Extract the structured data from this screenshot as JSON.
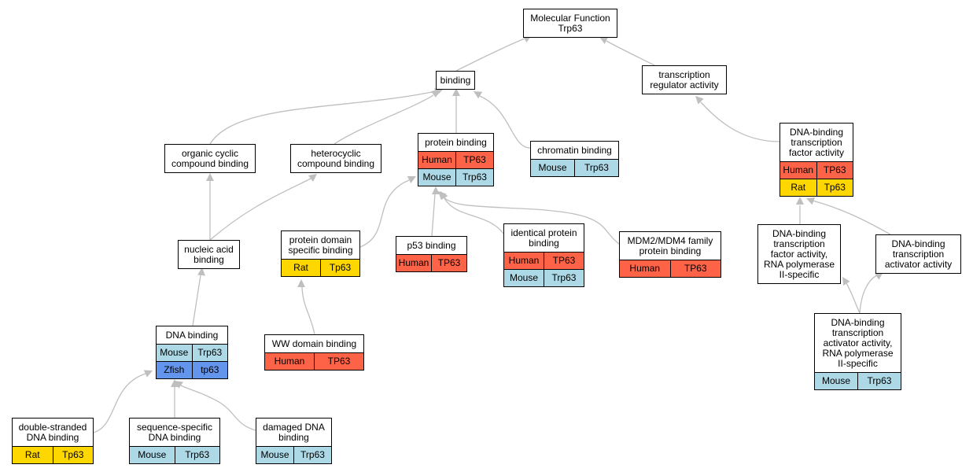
{
  "colors": {
    "Human": "#ff6347",
    "Mouse": "#add8e6",
    "Rat": "#ffd700",
    "Zfish": "#6495ed",
    "edge": "#bfbfbf"
  },
  "nodes": {
    "mf": {
      "label": "Molecular Function\nTrp63",
      "rows": []
    },
    "binding": {
      "label": "binding",
      "rows": []
    },
    "tra": {
      "label": "transcription\nregulator activity",
      "rows": []
    },
    "ocb": {
      "label": "organic cyclic\ncompound binding",
      "rows": []
    },
    "hcb": {
      "label": "heterocyclic\ncompound binding",
      "rows": []
    },
    "pb": {
      "label": "protein binding",
      "rows": [
        {
          "species": "Human",
          "gene": "TP63"
        },
        {
          "species": "Mouse",
          "gene": "Trp63"
        }
      ]
    },
    "chb": {
      "label": "chromatin binding",
      "rows": [
        {
          "species": "Mouse",
          "gene": "Trp63"
        }
      ]
    },
    "dbtf": {
      "label": "DNA-binding\ntranscription\nfactor activity",
      "rows": [
        {
          "species": "Human",
          "gene": "TP63"
        },
        {
          "species": "Rat",
          "gene": "Tp63"
        }
      ]
    },
    "nab": {
      "label": "nucleic acid\nbinding",
      "rows": []
    },
    "pdsb": {
      "label": "protein domain\nspecific binding",
      "rows": [
        {
          "species": "Rat",
          "gene": "Tp63"
        }
      ]
    },
    "p53b": {
      "label": "p53 binding",
      "rows": [
        {
          "species": "Human",
          "gene": "TP63"
        }
      ]
    },
    "ipb": {
      "label": "identical protein\nbinding",
      "rows": [
        {
          "species": "Human",
          "gene": "TP63"
        },
        {
          "species": "Mouse",
          "gene": "Trp63"
        }
      ]
    },
    "mdm": {
      "label": "MDM2/MDM4 family\nprotein binding",
      "rows": [
        {
          "species": "Human",
          "gene": "TP63"
        }
      ]
    },
    "dbtf2": {
      "label": "DNA-binding\ntranscription\nfactor activity,\nRNA polymerase\nII-specific",
      "rows": []
    },
    "dbta": {
      "label": "DNA-binding\ntranscription\nactivator activity",
      "rows": []
    },
    "dnab": {
      "label": "DNA binding",
      "rows": [
        {
          "species": "Mouse",
          "gene": "Trp63"
        },
        {
          "species": "Zfish",
          "gene": "tp63"
        }
      ]
    },
    "ww": {
      "label": "WW domain binding",
      "rows": [
        {
          "species": "Human",
          "gene": "TP63"
        }
      ]
    },
    "dbta2": {
      "label": "DNA-binding\ntranscription\nactivator activity,\nRNA polymerase\nII-specific",
      "rows": [
        {
          "species": "Mouse",
          "gene": "Trp63"
        }
      ]
    },
    "dsdna": {
      "label": "double-stranded\nDNA binding",
      "rows": [
        {
          "species": "Rat",
          "gene": "Tp63"
        }
      ]
    },
    "ssdna": {
      "label": "sequence-specific\nDNA binding",
      "rows": [
        {
          "species": "Mouse",
          "gene": "Trp63"
        }
      ]
    },
    "dmdna": {
      "label": "damaged DNA\nbinding",
      "rows": [
        {
          "species": "Mouse",
          "gene": "Trp63"
        }
      ]
    }
  }
}
